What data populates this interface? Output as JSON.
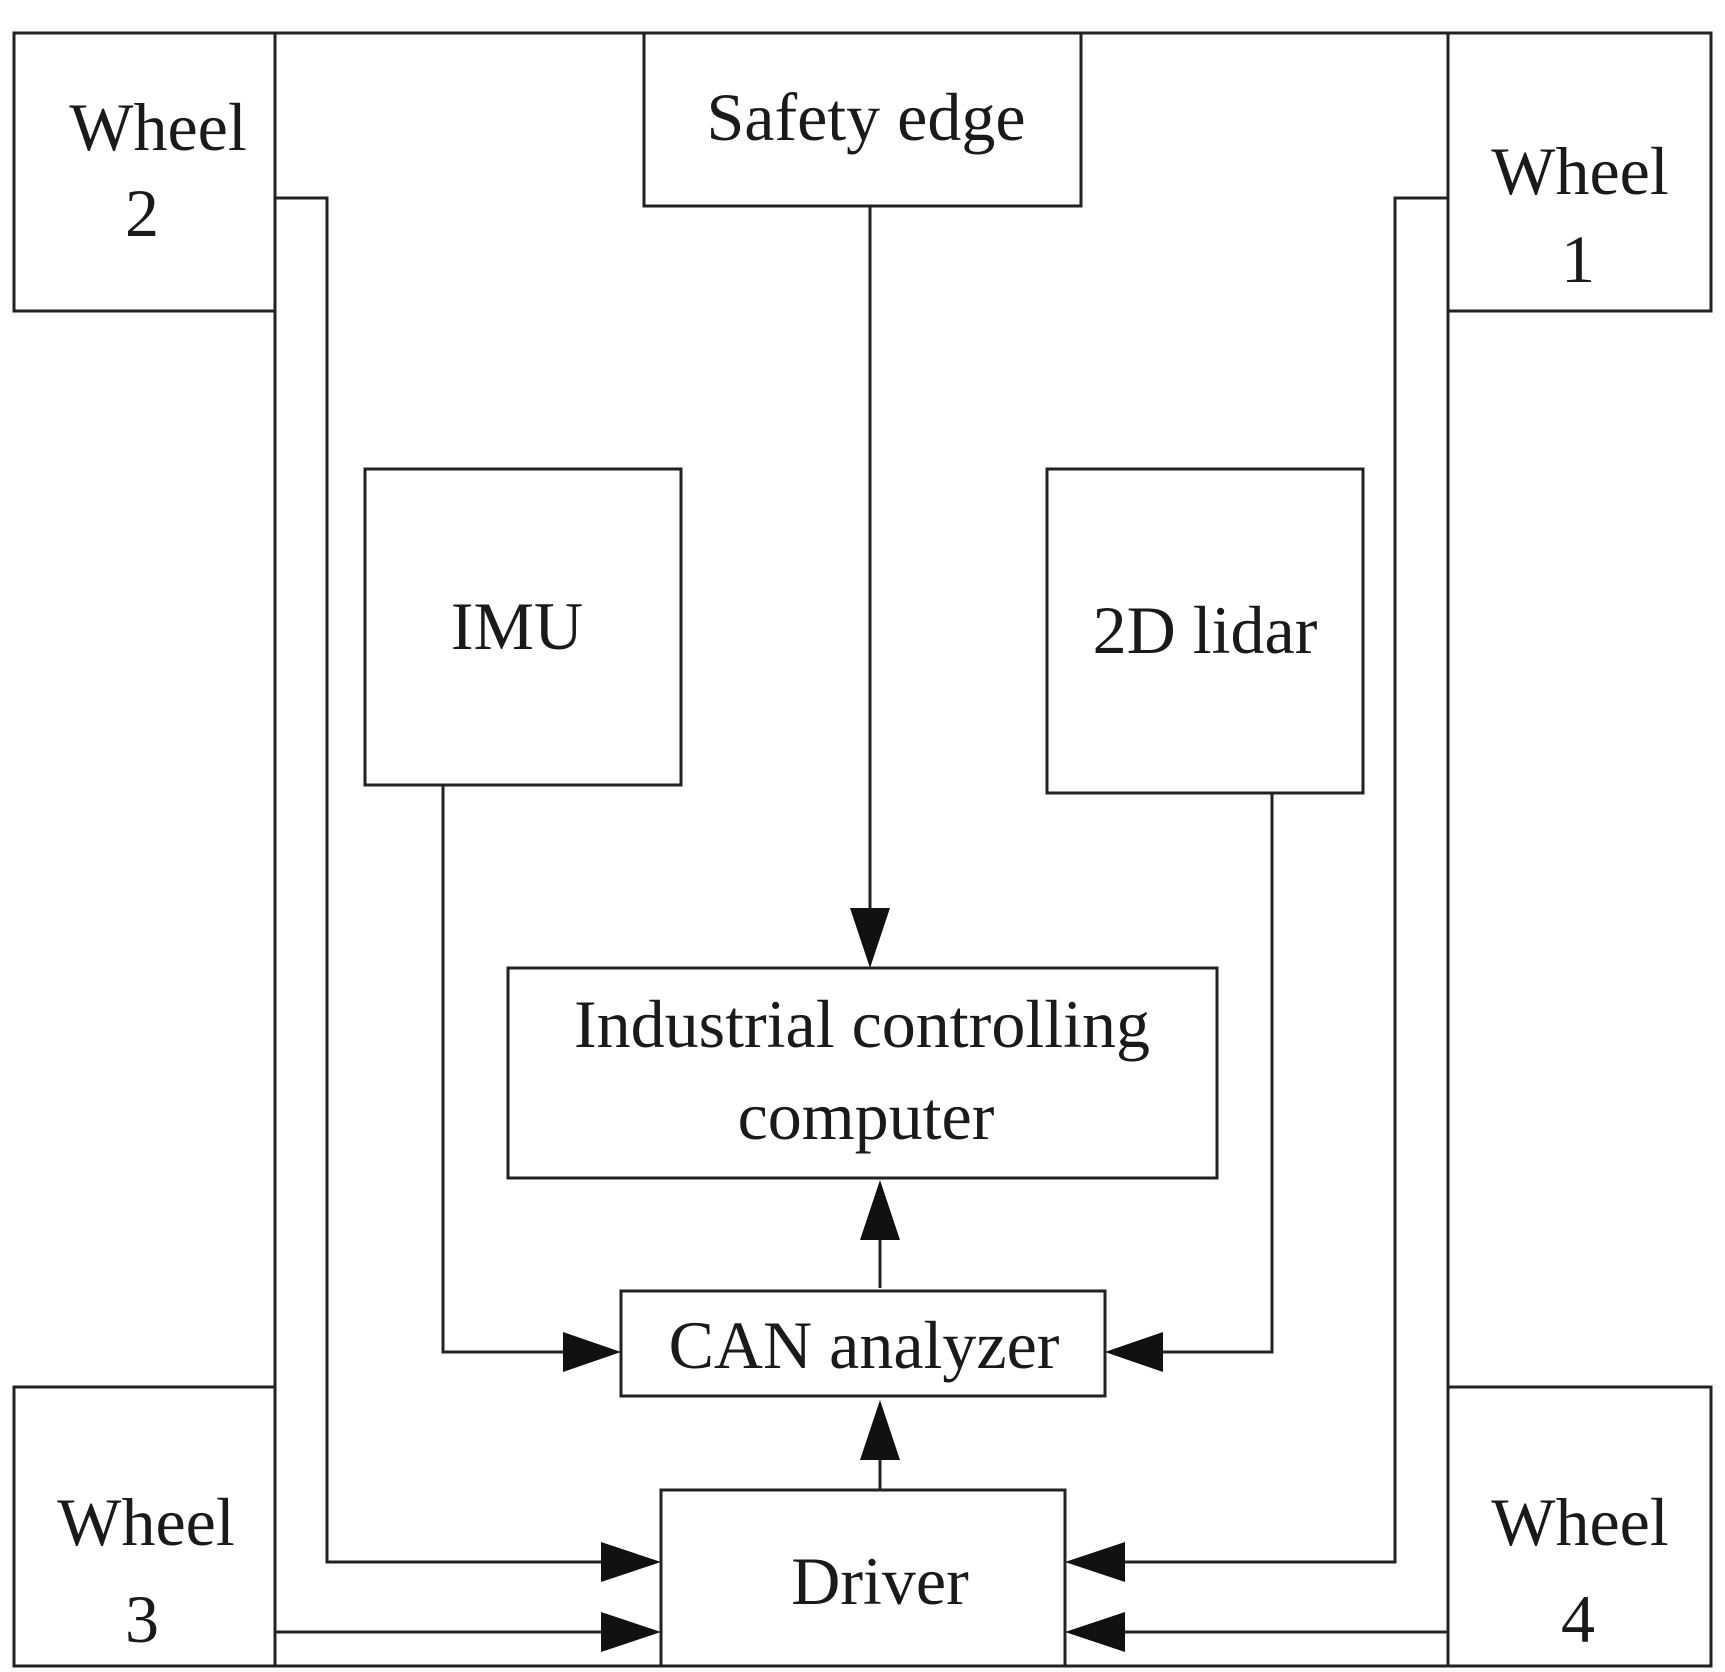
{
  "diagram": {
    "nodes": {
      "wheel2": {
        "line1": "Wheel",
        "line2": "2"
      },
      "wheel1": {
        "line1": "Wheel",
        "line2": "1"
      },
      "wheel3": {
        "line1": "Wheel",
        "line2": "3"
      },
      "wheel4": {
        "line1": "Wheel",
        "line2": "4"
      },
      "safety_edge": {
        "label": "Safety edge"
      },
      "imu": {
        "label": "IMU"
      },
      "lidar": {
        "label": "2D lidar"
      },
      "computer": {
        "line1": "Industrial controlling",
        "line2": "computer"
      },
      "can_analyzer": {
        "label": "CAN analyzer"
      },
      "driver": {
        "label": "Driver"
      }
    },
    "edges": [
      {
        "from": "Safety edge",
        "to": "Industrial controlling computer"
      },
      {
        "from": "CAN analyzer",
        "to": "Industrial controlling computer"
      },
      {
        "from": "Driver",
        "to": "CAN analyzer"
      },
      {
        "from": "IMU",
        "to": "CAN analyzer"
      },
      {
        "from": "2D lidar",
        "to": "CAN analyzer"
      },
      {
        "from": "Wheel 2",
        "to": "Driver"
      },
      {
        "from": "Wheel 3",
        "to": "Driver"
      },
      {
        "from": "Wheel 1",
        "to": "Driver"
      },
      {
        "from": "Wheel 4",
        "to": "Driver"
      }
    ]
  }
}
